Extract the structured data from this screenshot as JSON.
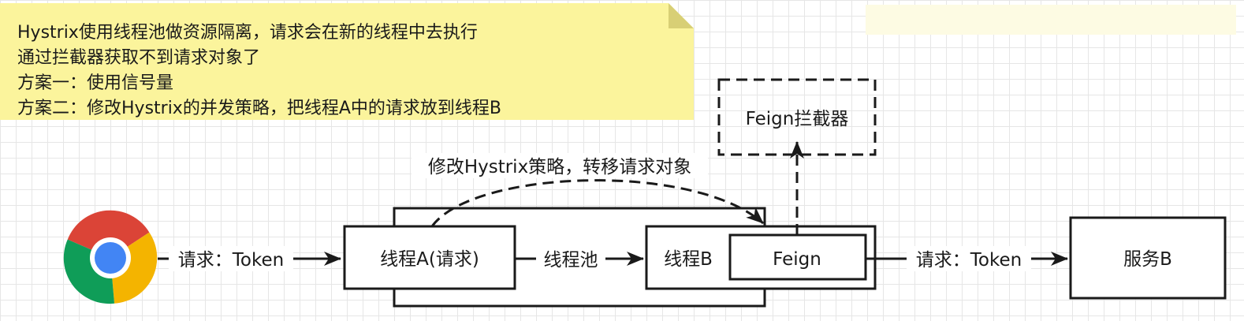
{
  "note": {
    "lines": [
      "Hystrix使用线程池做资源隔离，请求会在新的线程中去执行",
      "通过拦截器获取不到请求对象了",
      "方案一：使用信号量",
      "方案二：修改Hystrix的并发策略，把线程A中的请求放到线程B"
    ],
    "color": "#fbf49c"
  },
  "nodes": {
    "browser": {
      "icon": "chrome-icon"
    },
    "thread_a": "线程A(请求)",
    "thread_b": "线程B",
    "feign": "Feign",
    "interceptor": "Feign拦截器",
    "service_b": "服务B"
  },
  "edges": {
    "browser_to_a": "请求：Token",
    "a_to_b": "线程池",
    "feign_to_service": "请求：Token",
    "strategy": "修改Hystrix策略，转移请求对象"
  },
  "colors": {
    "stroke": "#1a1a1a",
    "chrome_red": "#db4437",
    "chrome_green": "#0f9d58",
    "chrome_yellow": "#f4b400",
    "chrome_blue": "#4285f4"
  }
}
